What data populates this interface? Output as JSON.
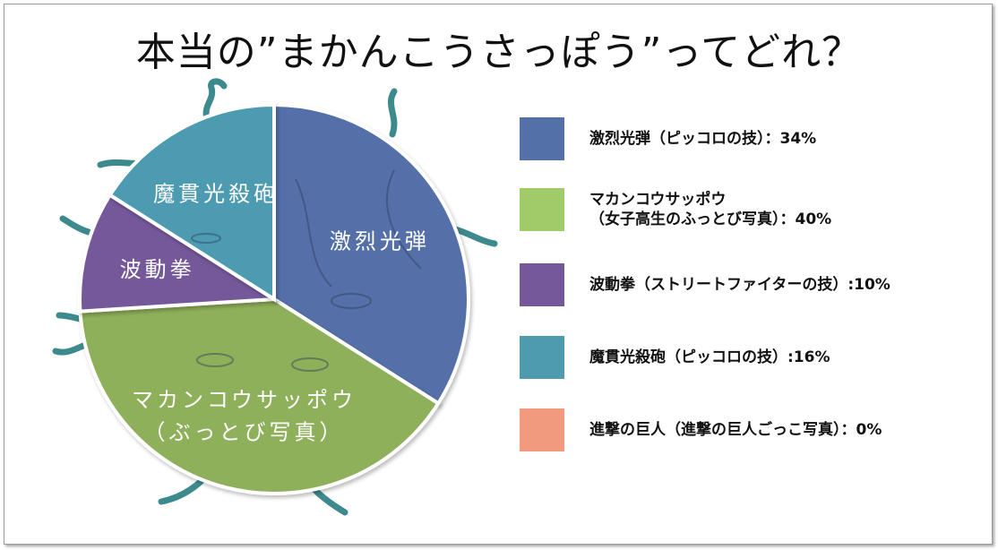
{
  "title": "本当の”まかんこうさっぽう”ってどれ？",
  "chart_data": {
    "type": "pie",
    "slices": [
      {
        "label": "激烈光弾",
        "value": 34,
        "color": "#5470a8"
      },
      {
        "label": "マカンコウサッポウ\n（ぶっとび写真）",
        "value": 40,
        "color": "#8fb05a"
      },
      {
        "label": "波動拳",
        "value": 10,
        "color": "#75589a"
      },
      {
        "label": "魔貫光殺砲",
        "value": 16,
        "color": "#4e9bb0"
      },
      {
        "label": "",
        "value": 0,
        "color": "#f19a7d"
      }
    ],
    "legend": [
      {
        "label": "激烈光弾（ピッコロの技）：34%",
        "color": "#5470a8"
      },
      {
        "label": "マカンコウサッポウ\n（女子高生のふっとび写真）：40%",
        "color": "#9fcc68"
      },
      {
        "label": "波動拳（ストリートファイターの技）:10%",
        "color": "#75589a"
      },
      {
        "label": "魔貫光殺砲（ピッコロの技）:16%",
        "color": "#4e9bb0"
      },
      {
        "label": "進撃の巨人（進撃の巨人ごっこ写真）：0%",
        "color": "#f19a7d"
      }
    ],
    "legend_position": "right"
  }
}
